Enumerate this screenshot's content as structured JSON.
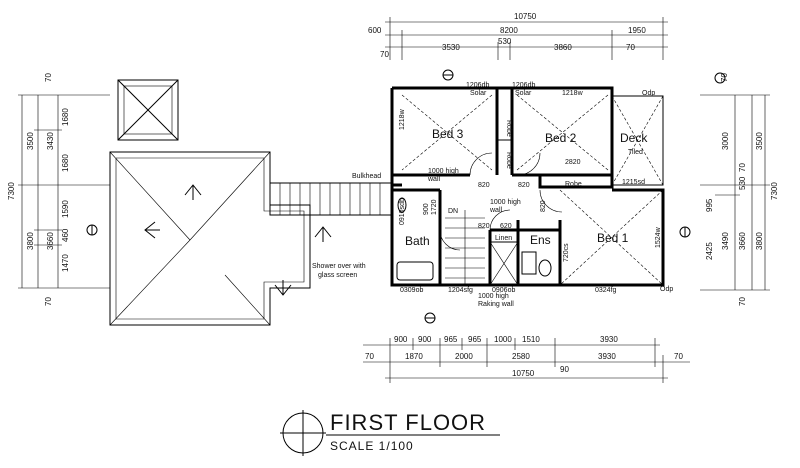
{
  "title": "FIRST FLOOR",
  "scale": "SCALE  1/100",
  "rooms": {
    "bed3": "Bed 3",
    "bed2": "Bed 2",
    "bed1": "Bed 1",
    "deck": "Deck",
    "deck_sub": "Tiled",
    "bath": "Bath",
    "ens": "Ens",
    "robe": "Robe",
    "linen": "Linen",
    "dn": "DN",
    "bulkhead": "Bulkhead",
    "shower": "Shower over with",
    "shower2": "glass screen",
    "wall1000a": "1000 high",
    "wall1000a2": "wall",
    "wall1000b": "1000 high",
    "wall1000b2": "wall",
    "raking1": "1000 high",
    "raking2": "Raking wall"
  },
  "top_dims": {
    "total": "10750",
    "row2": [
      "600",
      "8200",
      "1950"
    ],
    "row3": [
      "70",
      "3530",
      "530",
      "3860",
      "70"
    ]
  },
  "bottom_dims": {
    "row1": [
      "900",
      "900",
      "965",
      "965",
      "1000",
      "1510",
      "3930"
    ],
    "row2": [
      "70",
      "1870",
      "2000",
      "2580",
      "3930",
      "70"
    ],
    "total": "10750",
    "offset": "90"
  },
  "left_dims": [
    "70",
    "7300",
    "3500",
    "3430",
    "1680",
    "1680",
    "3800",
    "3660",
    "1590",
    "460",
    "1470",
    "70"
  ],
  "right_dims": [
    "70",
    "3000",
    "3500",
    "70",
    "530",
    "7300",
    "995",
    "2425",
    "3490",
    "3660",
    "3800",
    "70"
  ],
  "windows": [
    "1206db",
    "Solar",
    "1206db",
    "Solar",
    "1218w",
    "Odp",
    "1218w",
    "1215sd",
    "1524w",
    "Odp",
    "0309ob",
    "1204sfg",
    "0906ob",
    "0324fg",
    "Odp",
    "0910sdb",
    "0309ob"
  ],
  "small_dims": [
    "2820",
    "820",
    "820",
    "820",
    "820",
    "620",
    "720cs",
    "1720",
    "900",
    "Robe"
  ]
}
